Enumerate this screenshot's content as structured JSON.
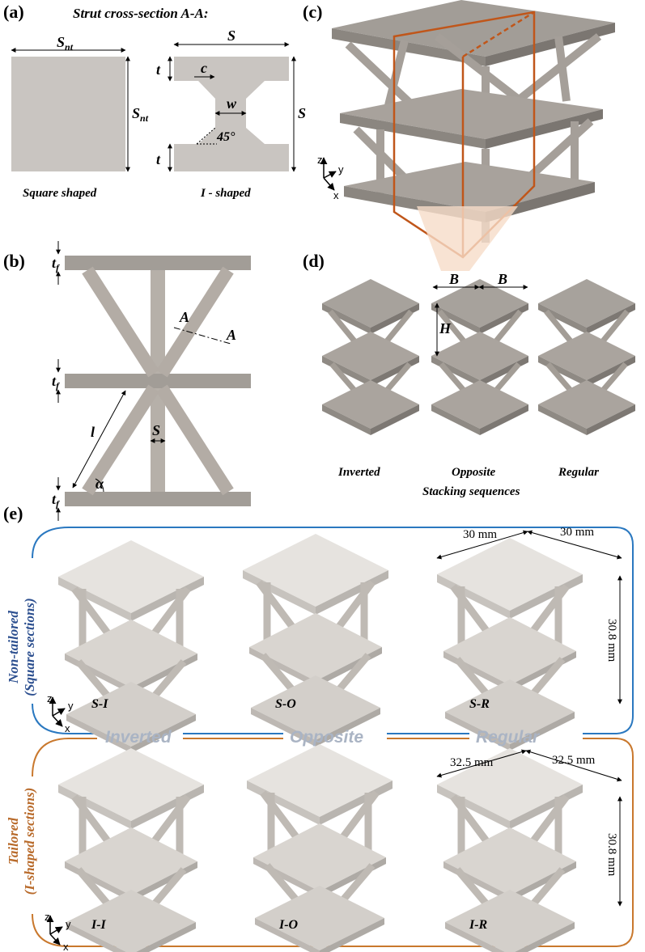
{
  "panels": {
    "a": "(a)",
    "b": "(b)",
    "c": "(c)",
    "d": "(d)",
    "e": "(e)"
  },
  "panel_a": {
    "title": "Strut cross-section A-A:",
    "square": {
      "dim": "S",
      "dim_sub": "nt",
      "caption": "Square shaped"
    },
    "ishape": {
      "s": "S",
      "t": "t",
      "c": "c",
      "w": "w",
      "angle": "45°",
      "caption": "I - shaped"
    }
  },
  "panel_b": {
    "tf": "t",
    "tf_sub": "f",
    "a": "A",
    "l": "l",
    "s": "S",
    "alpha": "α"
  },
  "panel_c": {
    "axes": {
      "x": "x",
      "y": "y",
      "z": "z"
    }
  },
  "panel_d": {
    "b": "B",
    "h": "H",
    "labels": [
      "Inverted",
      "Opposite",
      "Regular"
    ],
    "caption": "Stacking sequences"
  },
  "panel_e": {
    "top_box": {
      "title_line1": "Non-tailored",
      "title_line2": "(Square sections)",
      "samples": [
        "S-I",
        "S-O",
        "S-R"
      ],
      "dim_width_1": "30 mm",
      "dim_width_2": "30 mm",
      "dim_height": "30.8 mm"
    },
    "band": [
      "Inverted",
      "Opposite",
      "Regular"
    ],
    "bottom_box": {
      "title_line1": "Tailored",
      "title_line2": "(I-shaped sections)",
      "samples": [
        "I-I",
        "I-O",
        "I-R"
      ],
      "dim_width_1": "32.5 mm",
      "dim_width_2": "32.5 mm",
      "dim_height": "30.8 mm"
    },
    "axes": {
      "x": "x",
      "y": "y",
      "z": "z"
    }
  },
  "colors": {
    "blue_frame": "#2a78c0",
    "orange_frame": "#c9782d",
    "cut_box": "#c0561a",
    "gray": "#b8b2ab"
  }
}
